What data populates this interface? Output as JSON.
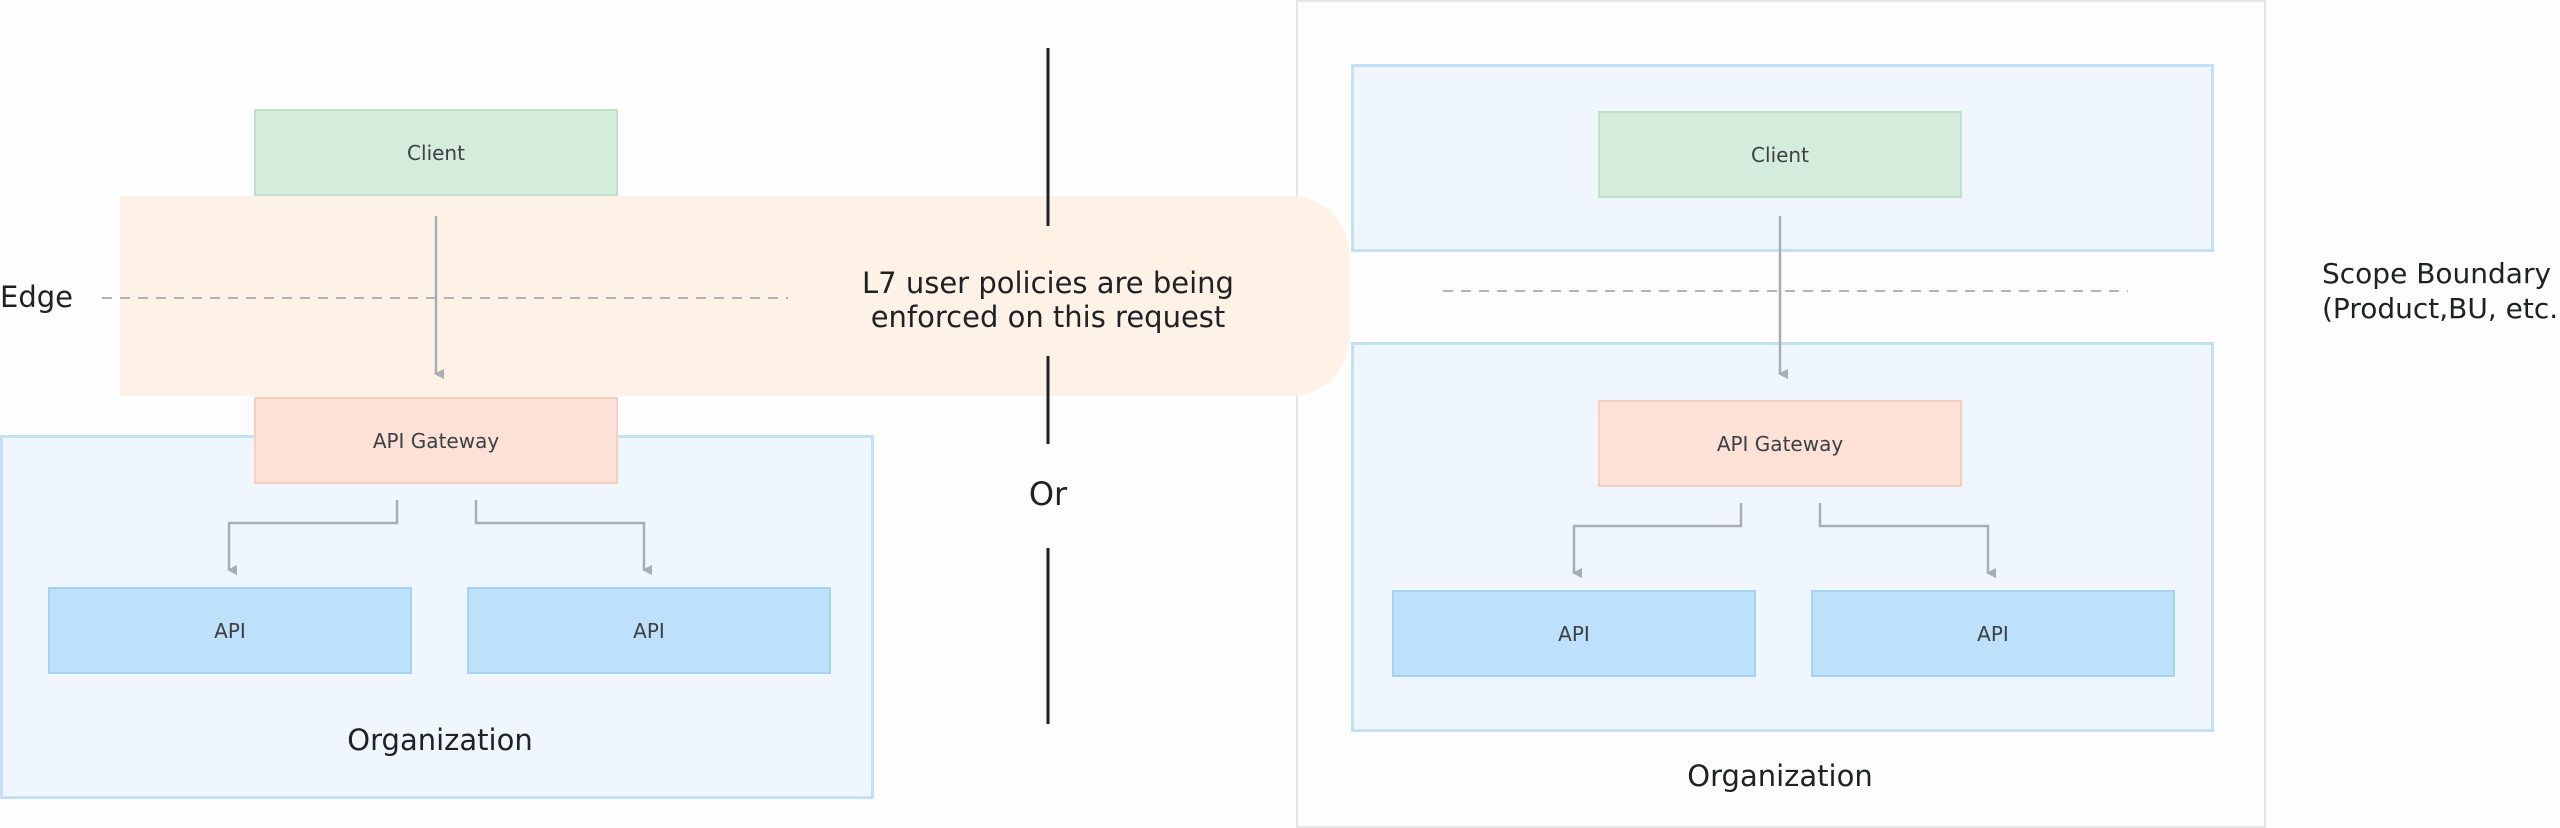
{
  "left": {
    "client": "Client",
    "gateway": "API Gateway",
    "api1": "API",
    "api2": "API",
    "org": "Organization",
    "edge": "Edge"
  },
  "center": {
    "banner_line1": "L7 user policies are being",
    "banner_line2": "enforced on this request",
    "or": "Or"
  },
  "right": {
    "client": "Client",
    "gateway": "API Gateway",
    "api1": "API",
    "api2": "API",
    "org": "Organization",
    "scope_line1": "Scope Boundary",
    "scope_line2": "(Product,BU, etc.)"
  },
  "colors": {
    "client": "#d4ecdb",
    "gateway": "#fde1d7",
    "api": "#bde0fb",
    "zone": "#f0f6fd",
    "policy_band": "#fef2e6",
    "arrow": "#a8acb3"
  }
}
